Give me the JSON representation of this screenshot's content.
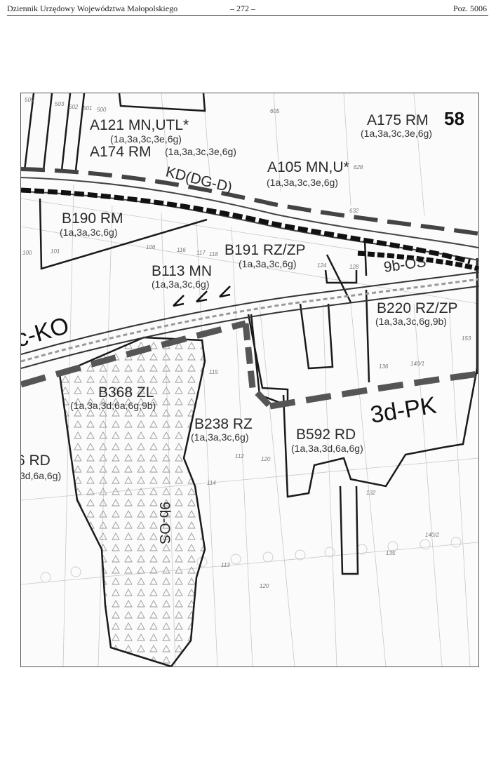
{
  "header": {
    "journal": "Dziennik Urzędowy Województwa Małopolskiego",
    "page": "– 272 –",
    "position": "Poz. 5006"
  },
  "map": {
    "sheet_number": "58",
    "zones": [
      {
        "code": "A121 MN,UTL*",
        "params": "(1a,3a,3c,3e,6g)"
      },
      {
        "code": "A174 RM",
        "params": "(1a,3a,3c,3e,6g)"
      },
      {
        "code": "A175 RM",
        "params": "(1a,3a,3c,3e,6g)"
      },
      {
        "code": "A105 MN,U*",
        "params": "(1a,3a,3c,3e,6g)"
      },
      {
        "code": "B190 RM",
        "params": "(1a,3a,3c,6g)"
      },
      {
        "code": "B191 RZ/ZP",
        "params": "(1a,3a,3c,6g)"
      },
      {
        "code": "B113 MN",
        "params": "(1a,3a,3c,6g)"
      },
      {
        "code": "B220 RZ/ZP",
        "params": "(1a,3a,3c,6g,9b)"
      },
      {
        "code": "B368 ZL",
        "params": "(1a,3a,3d,6a,6g,9b)"
      },
      {
        "code": "B238 RZ",
        "params": "(1a,3a,3c,6g)"
      },
      {
        "code": "B592 RD",
        "params": "(1a,3a,3d,6a,6g)"
      },
      {
        "code": "6 RD",
        "params": "3d,6a,6g)"
      }
    ],
    "road_labels": [
      "KD(DG-D)",
      "c-KO",
      "3d-PK",
      "9b-OS",
      "9b-OS"
    ],
    "parcel_numbers": [
      "505",
      "503",
      "502",
      "501",
      "500",
      "605",
      "628",
      "632",
      "100",
      "101",
      "106",
      "116",
      "117",
      "118",
      "124",
      "128",
      "115",
      "112",
      "114",
      "113",
      "120",
      "136",
      "140/1",
      "153",
      "132",
      "135",
      "140/2",
      "120"
    ]
  }
}
